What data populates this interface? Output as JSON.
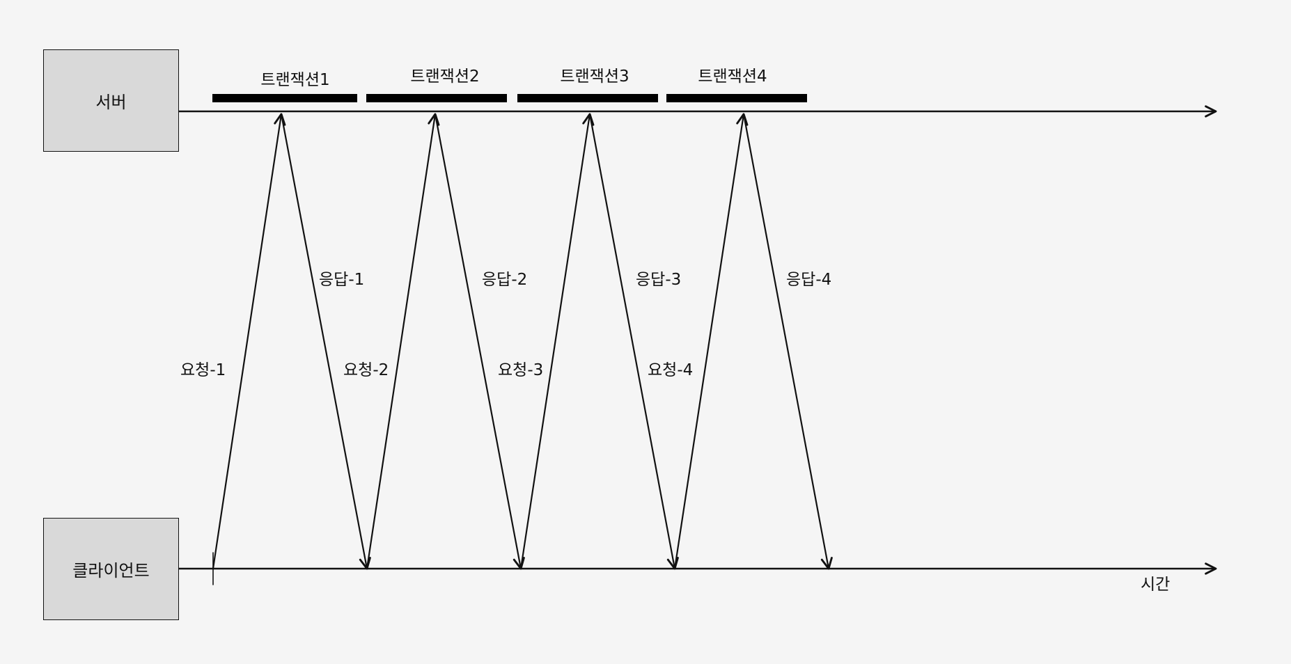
{
  "actors": {
    "server": "서버",
    "client": "클라이언트"
  },
  "time_label": "시간",
  "transactions": [
    "트랜잭션1",
    "트랜잭션2",
    "트랜잭션3",
    "트랜잭션4"
  ],
  "requests": [
    "요청-1",
    "요청-2",
    "요청-3",
    "요청-4"
  ],
  "responses": [
    "응답-1",
    "응답-2",
    "응답-3",
    "응답-4"
  ],
  "colors": {
    "background": "#f5f5f5",
    "box_fill": "#d9d9d9",
    "line": "#111111"
  }
}
